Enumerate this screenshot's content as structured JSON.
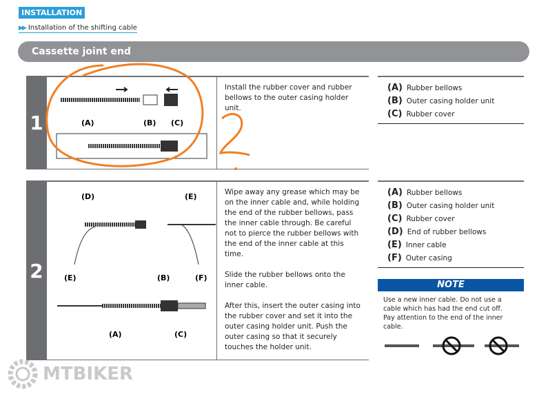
{
  "header": {
    "badge": "INSTALLATION",
    "breadcrumb": "Installation of the shifting cable",
    "section_title": "Cassette joint end"
  },
  "steps": [
    {
      "number": "1",
      "text": [
        "Install the rubber cover and rubber bellows to the outer casing holder unit."
      ],
      "labels": [
        "(A)",
        "(B)",
        "(C)"
      ],
      "legend": [
        {
          "key": "(A)",
          "label": "Rubber bellows"
        },
        {
          "key": "(B)",
          "label": "Outer casing holder unit"
        },
        {
          "key": "(C)",
          "label": "Rubber cover"
        }
      ]
    },
    {
      "number": "2",
      "text": [
        "Wipe away any grease which may be on the inner cable and, while holding the end of the rubber bellows, pass the inner cable through. Be careful not to pierce the rubber bellows with the end of the inner cable at this time.",
        "Slide the rubber bellows onto the inner cable.",
        "After this, insert the outer casing into the rubber cover and set it into the outer casing holder unit. Push the outer casing so that it securely touches the holder unit."
      ],
      "labels": [
        "(D)",
        "(E)",
        "(E)",
        "(B)",
        "(F)",
        "(A)",
        "(C)"
      ],
      "legend": [
        {
          "key": "(A)",
          "label": "Rubber bellows"
        },
        {
          "key": "(B)",
          "label": "Outer casing holder unit"
        },
        {
          "key": "(C)",
          "label": "Rubber cover"
        },
        {
          "key": "(D)",
          "label": "End of rubber bellows"
        },
        {
          "key": "(E)",
          "label": "Inner cable"
        },
        {
          "key": "(F)",
          "label": "Outer casing"
        }
      ]
    }
  ],
  "note": {
    "title": "NOTE",
    "lines": [
      "Use a new inner cable. Do not use a cable which has had the end cut off.",
      "Pay attention to the end of the inner cable."
    ]
  },
  "annotation": {
    "handwritten": "2",
    "color": "#f07f22"
  },
  "watermark": "MTBIKER"
}
